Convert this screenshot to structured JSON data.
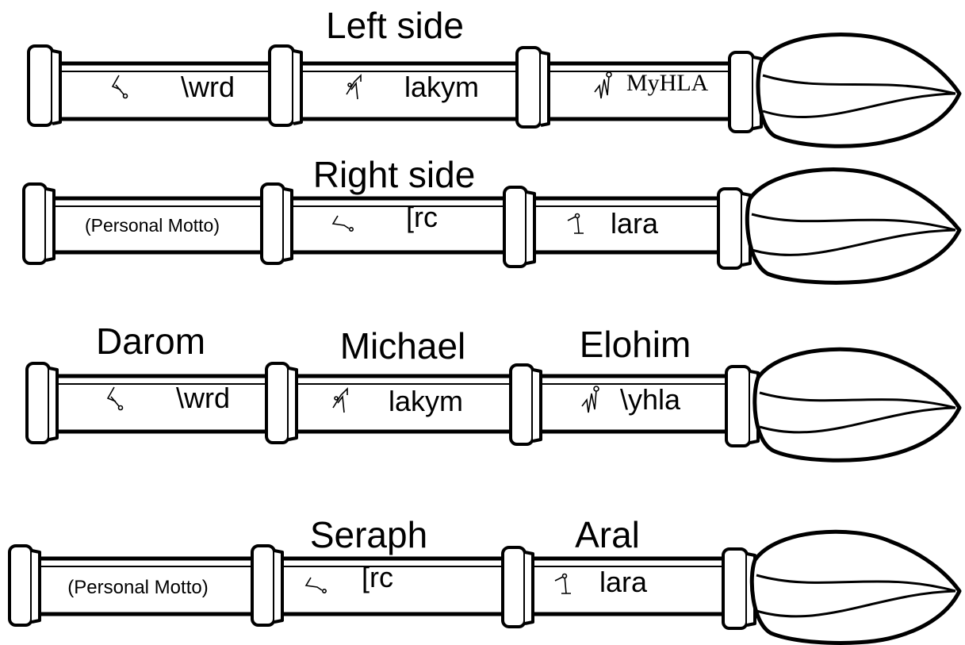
{
  "rows": [
    {
      "headings": [
        "Left side"
      ],
      "segments": [
        {
          "glyph": "sigil-a-icon",
          "text": "\\wrd"
        },
        {
          "glyph": "sigil-b-icon",
          "text": "lakym"
        },
        {
          "glyph": "sigil-c-icon",
          "text": "MyHLA"
        }
      ]
    },
    {
      "headings": [
        "Right side"
      ],
      "segments": [
        {
          "glyph": "",
          "text": "(Personal Motto)"
        },
        {
          "glyph": "sigil-d-icon",
          "text": "[rc"
        },
        {
          "glyph": "sigil-e-icon",
          "text": "lara"
        }
      ]
    },
    {
      "headings": [
        "Darom",
        "Michael",
        "Elohim"
      ],
      "segments": [
        {
          "glyph": "sigil-a-icon",
          "text": "\\wrd"
        },
        {
          "glyph": "sigil-b-icon",
          "text": "lakym"
        },
        {
          "glyph": "sigil-c-icon",
          "text": "\\yhla"
        }
      ]
    },
    {
      "headings": [
        "Seraph",
        "Aral"
      ],
      "segments": [
        {
          "glyph": "",
          "text": "(Personal Motto)"
        },
        {
          "glyph": "sigil-d-icon",
          "text": "[rc"
        },
        {
          "glyph": "sigil-e-icon",
          "text": "lara"
        }
      ]
    }
  ]
}
